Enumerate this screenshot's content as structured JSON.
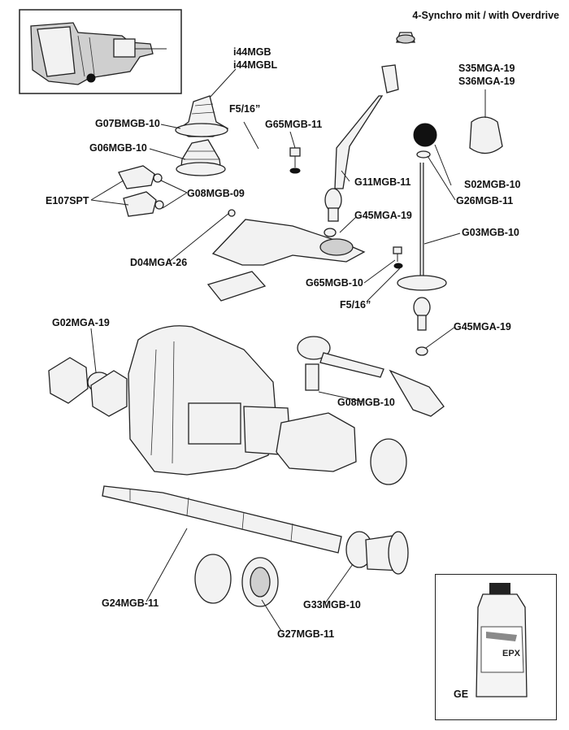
{
  "title": "4-Synchro mit / with Overdrive",
  "labels": {
    "i44MGB": "i44MGB",
    "i44MGBL": "i44MGBL",
    "S35MGA19": "S35MGA-19",
    "S36MGA19": "S36MGA-19",
    "G07BMGB10": "G07BMGB-10",
    "F516_top": "F5/16”",
    "G65MGB11": "G65MGB-11",
    "G06MGB10": "G06MGB-10",
    "G11MGB11": "G11MGB-11",
    "S02MGB10": "S02MGB-10",
    "G26MGB11": "G26MGB-11",
    "G08MGB09": "G08MGB-09",
    "E107SPT": "E107SPT",
    "G45MGA19_a": "G45MGA-19",
    "G03MGB10": "G03MGB-10",
    "D04MGA26": "D04MGA-26",
    "G65MGB10": "G65MGB-10",
    "F516_bottom": "F5/16”",
    "G02MGA19": "G02MGA-19",
    "G45MGA19_b": "G45MGA-19",
    "G08MGB10": "G08MGB-10",
    "G24MGB11": "G24MGB-11",
    "G33MGB10": "G33MGB-10",
    "G27MGB11": "G27MGB-11",
    "GE": "GE"
  },
  "oil_bottle_text": "EPX"
}
